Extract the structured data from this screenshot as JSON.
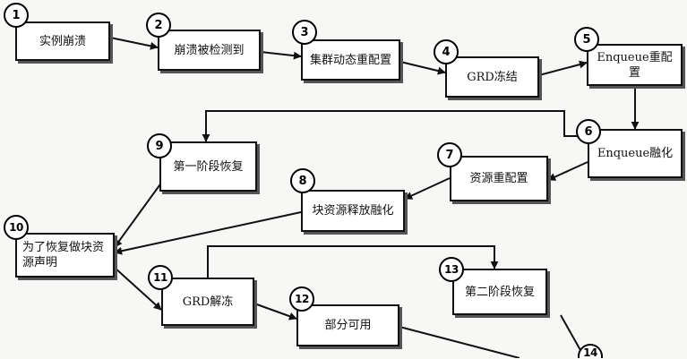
{
  "steps": [
    {
      "num": "1",
      "label": "实例崩溃"
    },
    {
      "num": "2",
      "label": "崩溃被检测到"
    },
    {
      "num": "3",
      "label": "集群动态重配置"
    },
    {
      "num": "4",
      "label": "GRD冻结"
    },
    {
      "num": "5",
      "label": "Enqueue重配置"
    },
    {
      "num": "6",
      "label": "Enqueue融化"
    },
    {
      "num": "7",
      "label": "资源重配置"
    },
    {
      "num": "8",
      "label": "块资源释放融化"
    },
    {
      "num": "9",
      "label": "第一阶段恢复"
    },
    {
      "num": "10",
      "label": "为了恢复做块资源声明"
    },
    {
      "num": "11",
      "label": "GRD解冻"
    },
    {
      "num": "12",
      "label": "部分可用"
    },
    {
      "num": "13",
      "label": "第二阶段恢复"
    },
    {
      "num": "14",
      "label": ""
    }
  ]
}
